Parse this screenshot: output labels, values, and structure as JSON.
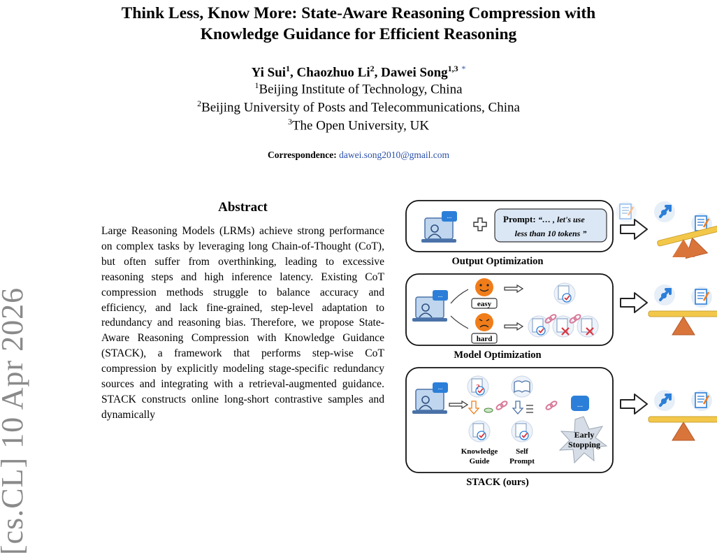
{
  "paper": {
    "title_line1": "Think Less, Know More: State-Aware Reasoning Compression with",
    "title_line2": "Knowledge Guidance for Efficient Reasoning",
    "authors": [
      {
        "name": "Yi Sui",
        "sup": "1"
      },
      {
        "name": "Chaozhuo Li",
        "sup": "2"
      },
      {
        "name": "Dawei Song",
        "sup": "1,3"
      }
    ],
    "corresponding_mark": "*",
    "affiliations": [
      {
        "sup": "1",
        "text": "Beijing Institute of Technology, China"
      },
      {
        "sup": "2",
        "text": "Beijing University of Posts and Telecommunications, China"
      },
      {
        "sup": "3",
        "text": "The Open University, UK"
      }
    ],
    "correspondence_label": "Correspondence:",
    "correspondence_email": "dawei.song2010@gmail.com",
    "arxiv_stamp": "[cs.CL]  10 Apr 2026",
    "abstract_heading": "Abstract",
    "abstract_text": "Large Reasoning Models (LRMs) achieve strong performance on complex tasks by leveraging long Chain-of-Thought (CoT), but often suffer from overthinking, leading to excessive reasoning steps and high inference latency. Existing CoT compression methods struggle to balance accuracy and efficiency, and lack fine-grained, step-level adaptation to redundancy and reasoning bias. Therefore, we propose State-Aware Reasoning Compression with Knowledge Guidance (STACK), a framework that performs step-wise CoT compression by explicitly modeling stage-specific redundancy sources and integrating with a retrieval-augmented guidance. STACK constructs online long-short contrastive samples and dynamically"
  },
  "figure": {
    "prompt_prefix": "Prompt:",
    "prompt_line1": "“… , let's use",
    "prompt_line2": "less than 10 tokens ”",
    "panel1_caption": "Output Optimization",
    "easy_label": "easy",
    "hard_label": "hard",
    "panel2_caption": "Model Optimization",
    "knowledge_label_1": "Knowledge",
    "knowledge_label_2": "Guide",
    "self_label_1": "Self",
    "self_label_2": "Prompt",
    "early_label_1": "Early",
    "early_label_2": "Stopping",
    "panel3_caption": "STACK (ours)",
    "colors": {
      "screen_blue": "#bfd6ee",
      "emoji_orange": "#f07d1a",
      "check_red": "#d9343f",
      "beam_yellow": "#f3c84a",
      "fulcrum_orange": "#d9753a",
      "rocket_blue": "#2c7fd8"
    }
  }
}
